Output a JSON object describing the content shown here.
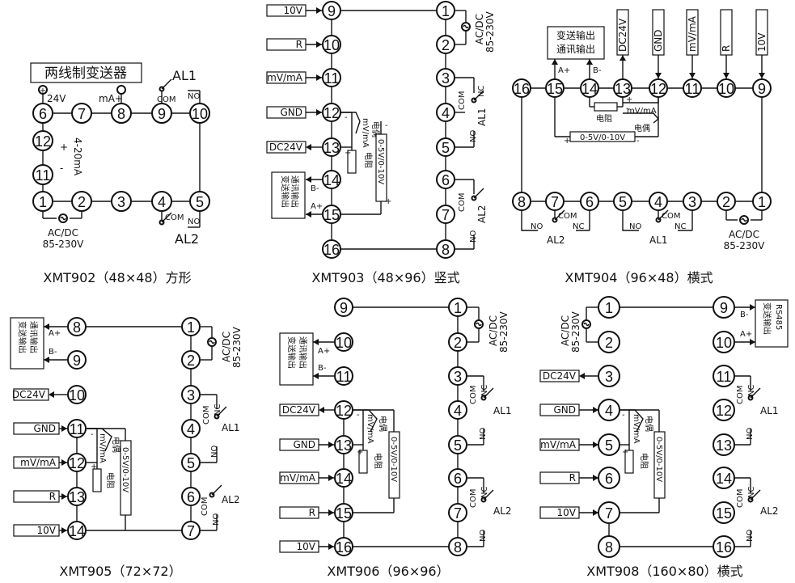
{
  "captions": {
    "d902": "XMT902（48×48）方形",
    "d903": "XMT903（48×96）竖式",
    "d904": "XMT904（96×48）横式",
    "d905": "XMT905（72×72）",
    "d906": "XMT906（96×96）",
    "d908": "XMT908（160×80）横式"
  },
  "labels": {
    "two_wire": "两线制变送器",
    "v24": "24V",
    "ma_plus": "mA+",
    "range": "4-20mA",
    "al1": "AL1",
    "al2": "AL2",
    "com": "COM",
    "no": "NO",
    "nc": "NC",
    "acdc": "AC/DC",
    "v85": "85-230V",
    "v10": "10V",
    "r": "R",
    "mva": "mV/mA",
    "gnd": "GND",
    "dc24": "DC24V",
    "trans_out": "变送输出",
    "comm_out": "通讯输出",
    "resistor": "电阻",
    "thermo": "电偶",
    "vrange": "0-5V/0-10V",
    "aplus": "A+",
    "bminus": "B-",
    "rs485": "RS485",
    "plus": "+",
    "minus": "-"
  }
}
